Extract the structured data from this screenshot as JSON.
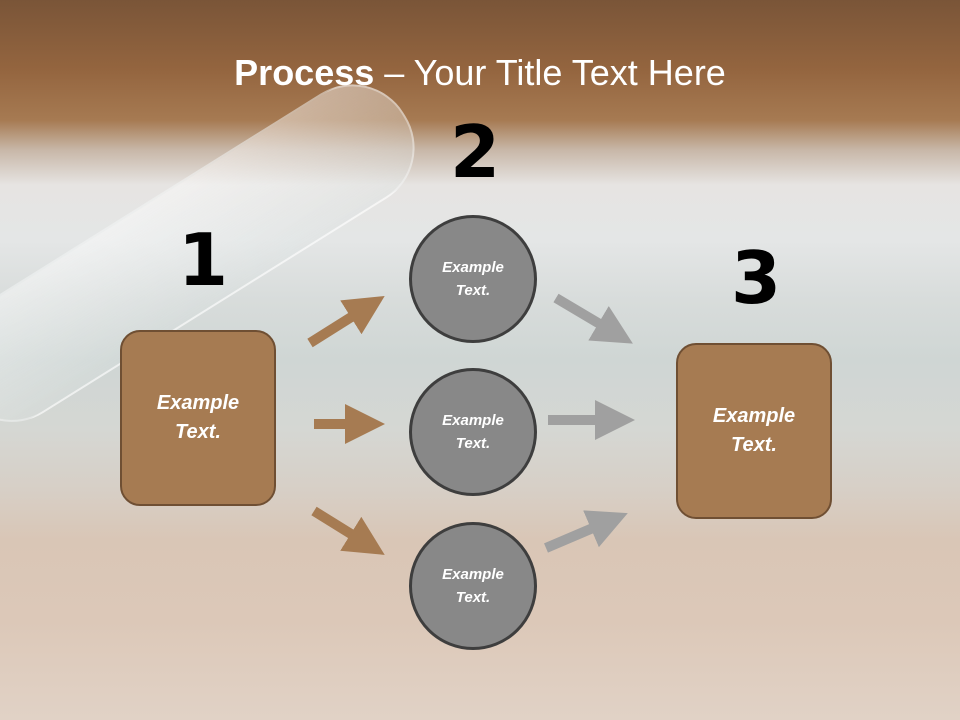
{
  "title": {
    "bold": "Process",
    "rest": " – Your Title Text Here"
  },
  "numbers": [
    "1",
    "2",
    "3"
  ],
  "boxes": {
    "left": "Example\nText.",
    "right": "Example\nText."
  },
  "circles": [
    "Example\nText.",
    "Example\nText.",
    "Example\nText."
  ],
  "colors": {
    "brown": "#a67b52",
    "gray": "#888888",
    "arrow_gray": "#a0a0a0",
    "arrow_brown": "#a67b52"
  }
}
